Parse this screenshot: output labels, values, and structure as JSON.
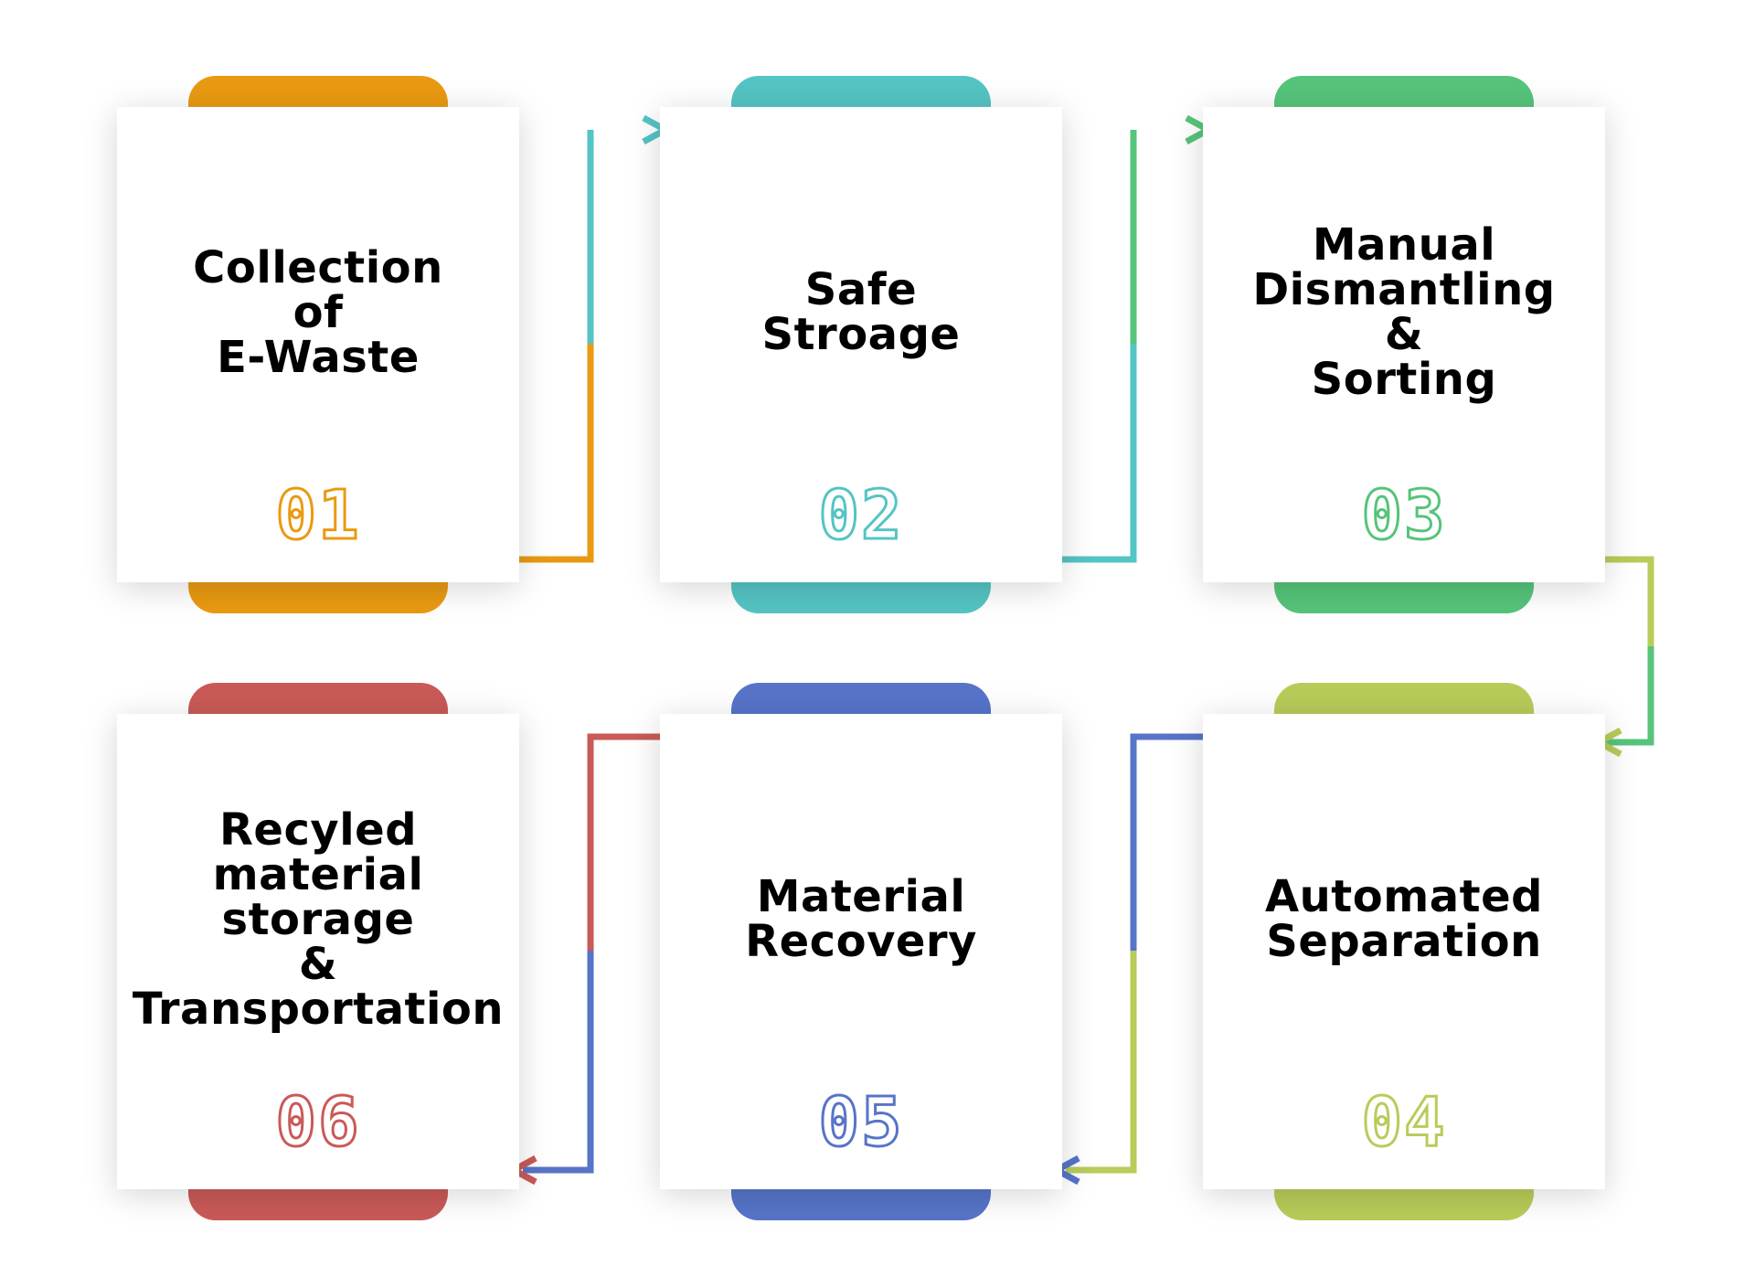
{
  "diagram": {
    "type": "process-flow",
    "steps": [
      {
        "number": "01",
        "lines": [
          "Collection",
          "of",
          "E-Waste"
        ],
        "color": "#e99a12"
      },
      {
        "number": "02",
        "lines": [
          "Safe",
          "Stroage"
        ],
        "color": "#55c4c4"
      },
      {
        "number": "03",
        "lines": [
          "Manual",
          "Dismantling",
          "&",
          "Sorting"
        ],
        "color": "#56c47a"
      },
      {
        "number": "04",
        "lines": [
          "Automated",
          "Separation"
        ],
        "color": "#b8cc5a"
      },
      {
        "number": "05",
        "lines": [
          "Material",
          "Recovery"
        ],
        "color": "#5774c9"
      },
      {
        "number": "06",
        "lines": [
          "Recyled",
          "material",
          "storage",
          "&",
          "Transportation"
        ],
        "color": "#c95a57"
      }
    ],
    "connectors": [
      {
        "from": "01",
        "to": "02"
      },
      {
        "from": "02",
        "to": "03"
      },
      {
        "from": "03",
        "to": "04"
      },
      {
        "from": "04",
        "to": "05"
      },
      {
        "from": "05",
        "to": "06"
      }
    ]
  }
}
